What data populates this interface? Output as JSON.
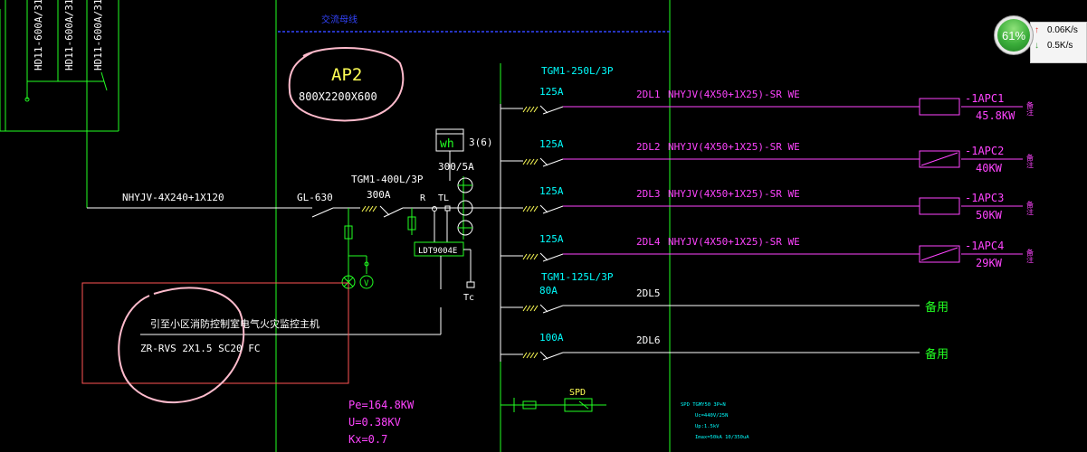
{
  "busbar_top": "交流母线",
  "cabinets": [
    "HD11-600A/31",
    "HD11-600A/31",
    "HD11-600A/31"
  ],
  "panel": {
    "name": "AP2",
    "size": "800X2200X600"
  },
  "incoming": {
    "cable": "NHYJV-4X240+1X120",
    "isolator": "GL-630",
    "breaker_type": "TGM1-400L/3P",
    "breaker_rating": "300A",
    "meter": "wh",
    "meter_spec": "3(6)",
    "ct_ratio": "300/5A",
    "label_r": "R",
    "label_tl": "TL",
    "label_tc": "Tc",
    "monitor_device": "LDT9004E"
  },
  "fire_alarm": {
    "note": "引至小区消防控制室电气火灾监控主机",
    "cable": "ZR-RVS 2X1.5 SC20 FC"
  },
  "breaker_group1": "TGM1-250L/3P",
  "breaker_group2": "TGM1-125L/3P",
  "circuits": [
    {
      "rating": "125A",
      "id": "2DL1",
      "cable": "NHYJV(4X50+1X25)-SR WE",
      "load": "-1APC1",
      "power": "45.8KW",
      "tail": "备注"
    },
    {
      "rating": "125A",
      "id": "2DL2",
      "cable": "NHYJV(4X50+1X25)-SR WE",
      "load": "-1APC2",
      "power": "40KW",
      "tail": "备注"
    },
    {
      "rating": "125A",
      "id": "2DL3",
      "cable": "NHYJV(4X50+1X25)-SR WE",
      "load": "-1APC3",
      "power": "50KW",
      "tail": "备注"
    },
    {
      "rating": "125A",
      "id": "2DL4",
      "cable": "NHYJV(4X50+1X25)-SR WE",
      "load": "-1APC4",
      "power": "29KW",
      "tail": "备注"
    },
    {
      "rating": "80A",
      "id": "2DL5",
      "spare": "备用"
    },
    {
      "rating": "100A",
      "id": "2DL6",
      "spare": "备用"
    }
  ],
  "spd": {
    "label": "SPD",
    "notes": [
      "SPD  TGMY50   3P+N",
      "Uc=440V/25N",
      "Up:1.5kV",
      "Imax=50kA  10/350uA"
    ]
  },
  "totals": {
    "pe": "Pe=164.8KW",
    "u": "U=0.38KV",
    "kx": "Kx=0.7"
  },
  "netmon": {
    "cpu": "61%",
    "upload": "0.06K/s",
    "download": "0.5K/s"
  },
  "colors": {
    "background": "#000000",
    "green": "#22ff22",
    "white": "#ffffff",
    "cyan": "#00ffff",
    "magenta": "#ff44ff",
    "yellow": "#ffff55",
    "pink": "#ffbbcc",
    "blue": "#3344ff",
    "red": "#ff5555"
  }
}
